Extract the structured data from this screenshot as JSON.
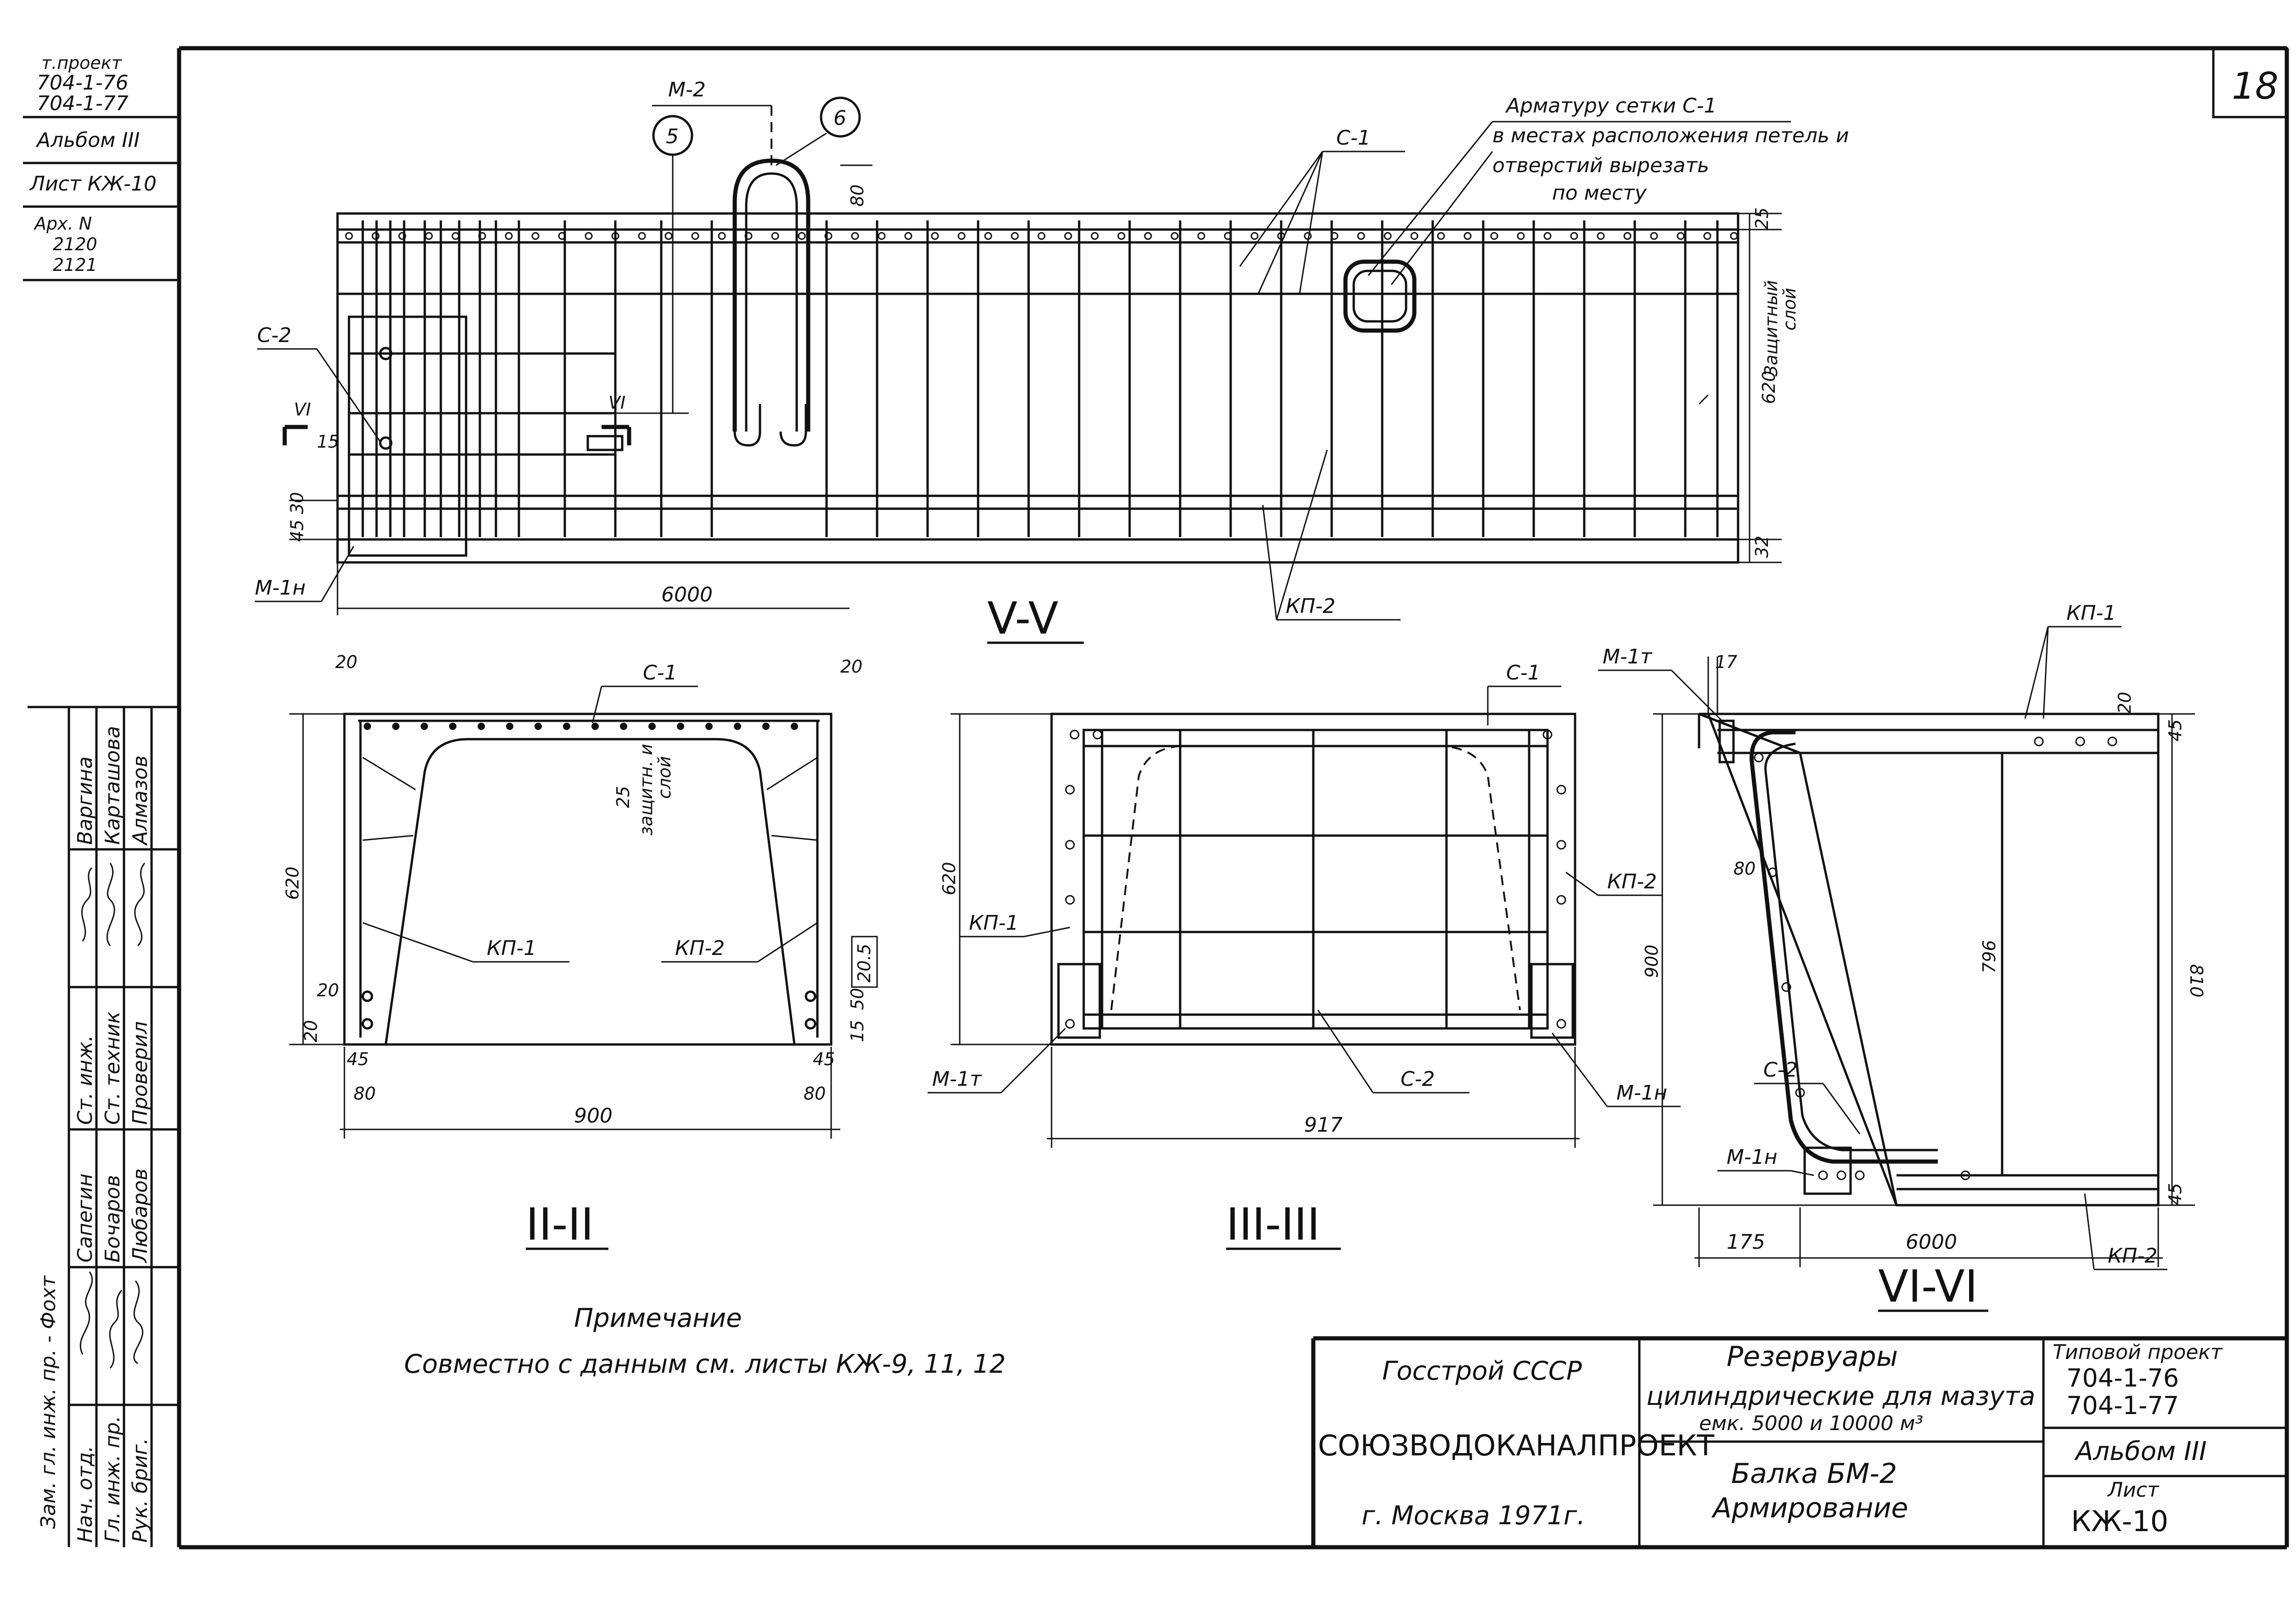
{
  "sheet_number": "18",
  "stamp": {
    "project_lines": [
      "т.проект",
      "704-1-76",
      "704-1-77"
    ],
    "album": "Альбом III",
    "sheet": "Лист КЖ-10",
    "archive_lines": [
      "Арх. N",
      "2120",
      "2121"
    ]
  },
  "staff": {
    "roles": [
      "Нач. отд.",
      "Гл. инж. пр.",
      "Рук. бриг.",
      "Ст. инж.",
      "Ст. техник",
      "Проверил"
    ],
    "names": [
      "Сапегин",
      "Бочаров",
      "Любаров",
      "Варгина",
      "Карташова",
      "Алмазов"
    ],
    "vertical_note": "Зам. гл. инж. пр. - Фохт"
  },
  "title_block": {
    "org1": "Госстрой СССР",
    "org2": "СОЮЗВОДОКАНАЛПРОЕКТ",
    "city": "г. Москва 1971г.",
    "name1": "Резервуары",
    "name2": "цилиндрические для мазута",
    "name3": "емк. 5000 и 10000 м³",
    "part1": "Балка БМ-2",
    "part2": "Армирование",
    "type_label": "Типовой проект",
    "type_num1": "704-1-76",
    "type_num2": "704-1-77",
    "album": "Альбом III",
    "sheet_label": "Лист",
    "sheet_code": "КЖ-10"
  },
  "note": {
    "title": "Примечание",
    "text": "Совместно с данным см. листы КЖ-9, 11, 12"
  },
  "views": {
    "v_v": {
      "section_label": "V-V",
      "callout_note": [
        "Арматуру сетки С-1",
        "в местах расположения петель и",
        "отверстий вырезать",
        "по месту"
      ],
      "labels": {
        "m2": "М-2",
        "c1": "С-1",
        "c2": "С-2",
        "kp2": "КП-2",
        "m1n": "М-1н",
        "cut6": "VI",
        "circle5": "5",
        "circle6": "6",
        "prot": [
          "Защитный",
          "слой"
        ]
      },
      "dims": {
        "length": "6000",
        "height": "620",
        "top": "25",
        "bottom": "32",
        "loop": "80",
        "d45": "45",
        "d30": "30",
        "d15": "15"
      }
    },
    "ii_ii": {
      "section_label": "II-II",
      "labels": {
        "c1": "С-1",
        "kp1": "КП-1",
        "kp2": "КП-2",
        "prot": [
          "25",
          "защитн. и",
          "слой"
        ]
      },
      "dims": {
        "width": "900",
        "height": "620",
        "d20": "20",
        "d45": "45",
        "d80": "80",
        "d15": "15",
        "d50": "50",
        "d205": "20.5"
      }
    },
    "iii_iii": {
      "section_label": "III-III",
      "labels": {
        "c1": "С-1",
        "kp1": "КП-1",
        "kp2": "КП-2",
        "m1t": "М-1т",
        "m1n": "М-1н",
        "c2": "С-2"
      },
      "dims": {
        "width": "917",
        "height": "620"
      }
    },
    "vi_vi": {
      "section_label": "VI-VI",
      "labels": {
        "m1t": "М-1т",
        "kp1": "КП-1",
        "c2": "С-2",
        "m1n": "М-1н",
        "kp2": "КП-2"
      },
      "dims": {
        "d17": "17",
        "d20": "20",
        "d45": "45",
        "d80": "80",
        "h900": "900",
        "h796": "796",
        "h810": "810",
        "d175": "175",
        "d6000": "6000"
      }
    }
  },
  "colors": {
    "ink": "#111111",
    "paper": "#ffffff"
  }
}
